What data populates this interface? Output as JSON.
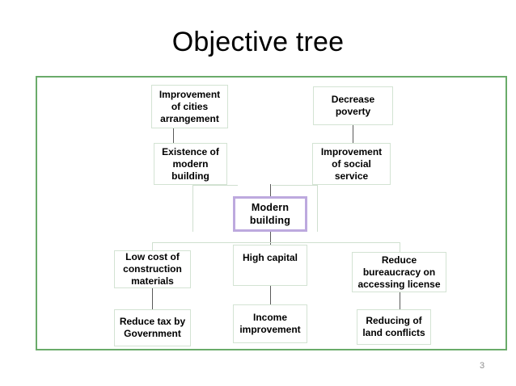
{
  "slide": {
    "title": "Objective tree",
    "page_number": "3",
    "frame_color": "#6aab6a",
    "node_border_color": "#d3e3d3",
    "center_node_border_color": "#bda9de",
    "connector_color": "#5a5a5a",
    "page_number_color": "#8f8f8f"
  },
  "chart_data": {
    "type": "diagram",
    "title": "Objective tree",
    "diagram_kind": "objective-tree",
    "nodes": [
      {
        "id": "improvement-of-cities-arrangement",
        "label": "Improvement of cities arrangement",
        "row": "top",
        "column": "left",
        "emphasis": false
      },
      {
        "id": "decrease-poverty",
        "label": "Decrease poverty",
        "row": "top",
        "column": "right",
        "emphasis": false
      },
      {
        "id": "existence-of-modern-building",
        "label": "Existence  of modern building",
        "row": "upper-middle",
        "column": "left",
        "emphasis": false
      },
      {
        "id": "improvement-of-social-service",
        "label": "Improvement of social service",
        "row": "upper-middle",
        "column": "right",
        "emphasis": false
      },
      {
        "id": "modern-building",
        "label": "Modern building",
        "row": "center",
        "column": "center",
        "emphasis": true
      },
      {
        "id": "low-cost-of-construction-materials",
        "label": "Low cost of construction materials",
        "row": "lower-middle",
        "column": "left",
        "emphasis": false
      },
      {
        "id": "high-capital",
        "label": "High capital",
        "row": "lower-middle",
        "column": "center",
        "emphasis": false
      },
      {
        "id": "reduce-bureaucracy-on-accessing-license",
        "label": "Reduce bureaucracy on accessing license",
        "row": "lower-middle",
        "column": "right",
        "emphasis": false
      },
      {
        "id": "reduce-tax-by-government",
        "label": "Reduce tax by Government",
        "row": "bottom",
        "column": "left",
        "emphasis": false
      },
      {
        "id": "income-improvement",
        "label": "Income improvement",
        "row": "bottom",
        "column": "center",
        "emphasis": false
      },
      {
        "id": "reducing-of-land-conflicts",
        "label": "Reducing of land conflicts",
        "row": "bottom",
        "column": "right",
        "emphasis": false
      }
    ],
    "edges": [
      {
        "from": "improvement-of-cities-arrangement",
        "to": "existence-of-modern-building"
      },
      {
        "from": "decrease-poverty",
        "to": "improvement-of-social-service"
      },
      {
        "from": "existence-of-modern-building",
        "to": "modern-building"
      },
      {
        "from": "improvement-of-social-service",
        "to": "modern-building"
      },
      {
        "from": "modern-building",
        "to": "low-cost-of-construction-materials"
      },
      {
        "from": "modern-building",
        "to": "high-capital"
      },
      {
        "from": "modern-building",
        "to": "reduce-bureaucracy-on-accessing-license"
      },
      {
        "from": "low-cost-of-construction-materials",
        "to": "reduce-tax-by-government"
      },
      {
        "from": "high-capital",
        "to": "income-improvement"
      },
      {
        "from": "reduce-bureaucracy-on-accessing-license",
        "to": "reducing-of-land-conflicts"
      }
    ]
  },
  "nodes": {
    "improvement_cities": "Improvement of cities arrangement",
    "decrease_poverty": "Decrease poverty",
    "existence_modern_building": "Existence  of modern building",
    "improvement_social_service": "Improvement of social service",
    "modern_building": "Modern building",
    "low_cost_materials": "Low cost of construction materials",
    "high_capital": "High capital",
    "reduce_bureaucracy": "Reduce bureaucracy on accessing license",
    "reduce_tax": "Reduce tax by Government",
    "income_improvement": "Income improvement",
    "reducing_land_conflicts": "Reducing of land conflicts"
  }
}
